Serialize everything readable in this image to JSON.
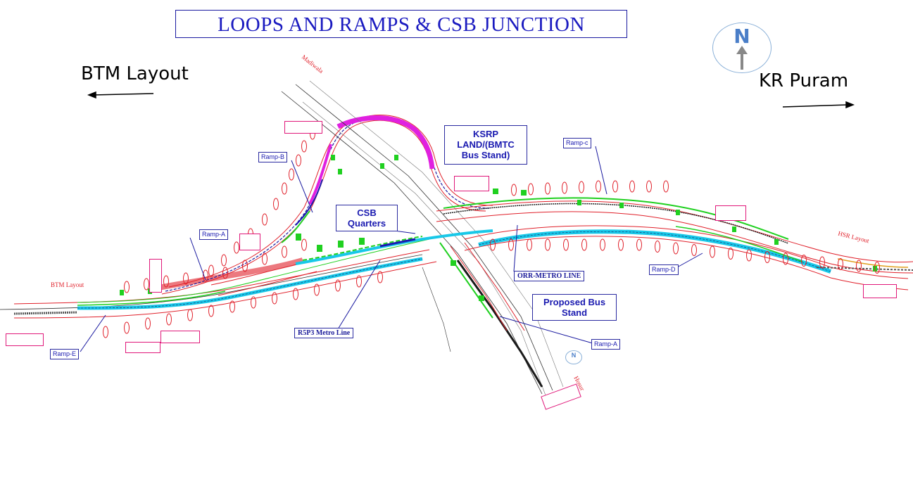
{
  "title": "LOOPS AND RAMPS & CSB JUNCTION",
  "directions": {
    "west": "BTM Layout",
    "east": "KR Puram"
  },
  "compass": {
    "label": "N",
    "mini_label": "N"
  },
  "callouts": {
    "ksrp": "KSRP LAND/(BMTC Bus Stand)",
    "csb": "CSB Quarters",
    "proposed_bus_stand": "Proposed Bus Stand",
    "orr_metro": "ORR-METRO LINE",
    "r5p3_metro": "R5P3 Metro Line"
  },
  "ramps": {
    "ramp_b": "Ramp-B",
    "ramp_a_left": "Ramp-A",
    "ramp_c": "Ramp-c",
    "ramp_d": "Ramp-D",
    "ramp_e": "Ramp-E",
    "ramp_a_right": "Ramp-A"
  },
  "road_labels": {
    "btm_layout": "BTM Layout",
    "hsr_layout": "HSR Layout",
    "madiwala": "Madiwala",
    "hosur": "Hosur"
  },
  "colors": {
    "title": "#1a1ac0",
    "road_red": "#e0202a",
    "metro_cyan": "#18c8e8",
    "loop_magenta": "#e020e0",
    "green": "#20d020",
    "pink_tag": "#e0187a",
    "callout_border": "#2a2aa0"
  }
}
